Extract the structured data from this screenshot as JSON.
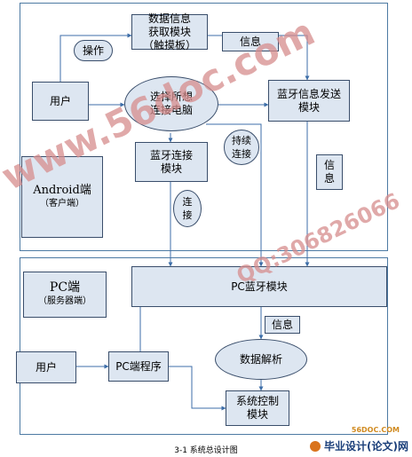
{
  "regions": {
    "client_title": "Android端",
    "client_sub": "（客户端）",
    "server_title": "PC端",
    "server_sub": "（服务器端）"
  },
  "nodes": {
    "touch_module": "数据信息\n获取模块\n（触摸板）",
    "user_top": "用户",
    "select_pc": "选择所想\n连接电脑",
    "bt_send": "蓝牙信息发送\n模块",
    "bt_connect": "蓝牙连接\n模块",
    "pc_bt": "PC蓝牙模块",
    "user_bottom": "用户",
    "pc_program": "PC端程序",
    "data_parse": "数据解析",
    "sys_control": "系统控制\n模块"
  },
  "labels": {
    "operate": "操作",
    "info_top": "信息",
    "keep_connect": "持续\n连接",
    "info_right": "信\n息",
    "connect": "连\n接",
    "info_mid": "信息"
  },
  "caption": "3-1 系统总设计图",
  "watermarks": {
    "left": "www.56doc.com",
    "right": "QQ:306826066"
  },
  "brand": {
    "url": "56DOC.COM",
    "text": "毕业设计(论文)网"
  }
}
